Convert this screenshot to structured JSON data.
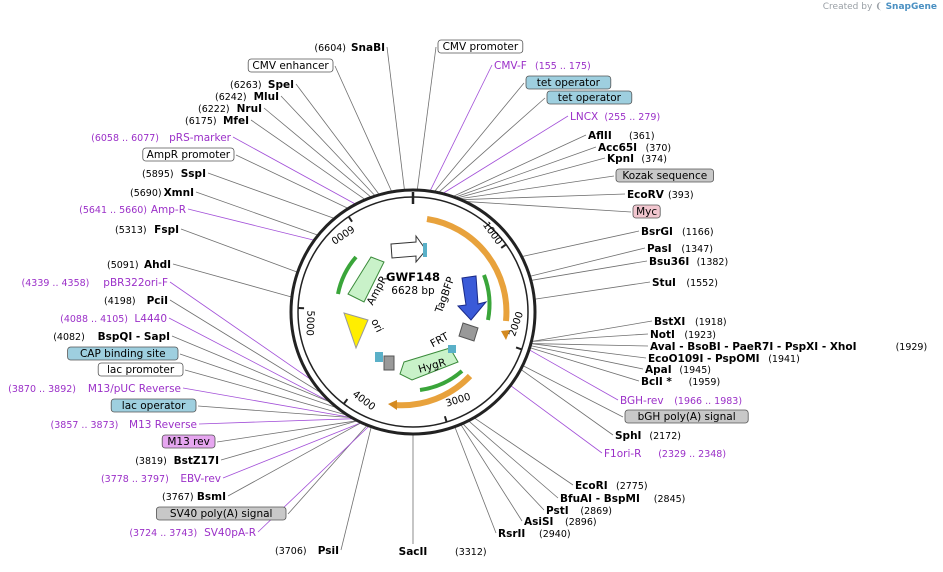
{
  "credit": {
    "prefix": "Created by",
    "brand": "SnapGene"
  },
  "plasmid": {
    "name": "GWF148",
    "size": "6628 bp"
  },
  "ticks": [
    "1000",
    "2000",
    "3000",
    "4000",
    "5000",
    "6000"
  ],
  "inner_features": [
    "TagBFP",
    "AmpR",
    "ori",
    "FRT",
    "HygR"
  ],
  "labels": [
    {
      "id": "snabi",
      "kind": "enzyme",
      "text": "SnaBI",
      "pos": "(6604)"
    },
    {
      "id": "cmv-promoter",
      "kind": "feature",
      "text": "CMV promoter",
      "fill": "#ffffff"
    },
    {
      "id": "cmv-enhancer",
      "kind": "feature",
      "text": "CMV enhancer",
      "fill": "#ffffff"
    },
    {
      "id": "cmv-f",
      "kind": "primer",
      "text": "CMV-F",
      "pos": "(155 .. 175)"
    },
    {
      "id": "spei",
      "kind": "enzyme",
      "text": "SpeI",
      "pos": "(6263)"
    },
    {
      "id": "tet-operator-1",
      "kind": "feature",
      "text": "tet operator",
      "fill": "#9ecfdf"
    },
    {
      "id": "mlui",
      "kind": "enzyme",
      "text": "MluI",
      "pos": "(6242)"
    },
    {
      "id": "tet-operator-2",
      "kind": "feature",
      "text": "tet operator",
      "fill": "#9ecfdf"
    },
    {
      "id": "nrui",
      "kind": "enzyme",
      "text": "NruI",
      "pos": "(6222)"
    },
    {
      "id": "mfei",
      "kind": "enzyme",
      "text": "MfeI",
      "pos": "(6175)"
    },
    {
      "id": "lncx",
      "kind": "primer",
      "text": "LNCX",
      "pos": "(255 .. 279)"
    },
    {
      "id": "aflii",
      "kind": "enzyme",
      "text": "AflII",
      "pos": "(361)"
    },
    {
      "id": "prs-marker",
      "kind": "primer",
      "text": "pRS-marker",
      "pos": "(6058 .. 6077)"
    },
    {
      "id": "acc65i",
      "kind": "enzyme",
      "text": "Acc65I",
      "pos": "(370)"
    },
    {
      "id": "ampr-promoter",
      "kind": "feature",
      "text": "AmpR promoter",
      "fill": "#ffffff"
    },
    {
      "id": "kpni",
      "kind": "enzyme",
      "text": "KpnI",
      "pos": "(374)"
    },
    {
      "id": "sspi",
      "kind": "enzyme",
      "text": "SspI",
      "pos": "(5895)"
    },
    {
      "id": "kozak",
      "kind": "feature",
      "text": "Kozak sequence",
      "fill": "#c8c8c8"
    },
    {
      "id": "xmni",
      "kind": "enzyme",
      "text": "XmnI",
      "pos": "(5690)"
    },
    {
      "id": "ecorv",
      "kind": "enzyme",
      "text": "EcoRV",
      "pos": "(393)"
    },
    {
      "id": "amp-r",
      "kind": "primer",
      "text": "Amp-R",
      "pos": "(5641 .. 5660)"
    },
    {
      "id": "myc",
      "kind": "feature",
      "text": "Myc",
      "fill": "#f2c6cf"
    },
    {
      "id": "fspi",
      "kind": "enzyme",
      "text": "FspI",
      "pos": "(5313)"
    },
    {
      "id": "bsrgi",
      "kind": "enzyme",
      "text": "BsrGI",
      "pos": "(1166)"
    },
    {
      "id": "pasi",
      "kind": "enzyme",
      "text": "PasI",
      "pos": "(1347)"
    },
    {
      "id": "ahdi",
      "kind": "enzyme",
      "text": "AhdI",
      "pos": "(5091)"
    },
    {
      "id": "bsu36i",
      "kind": "enzyme",
      "text": "Bsu36I",
      "pos": "(1382)"
    },
    {
      "id": "pbr322ori-f",
      "kind": "primer",
      "text": "pBR322ori-F",
      "pos": "(4339 .. 4358)"
    },
    {
      "id": "stui",
      "kind": "enzyme",
      "text": "StuI",
      "pos": "(1552)"
    },
    {
      "id": "pcii",
      "kind": "enzyme",
      "text": "PciI",
      "pos": "(4198)"
    },
    {
      "id": "l4440",
      "kind": "primer",
      "text": "L4440",
      "pos": "(4088 .. 4105)"
    },
    {
      "id": "bstxi",
      "kind": "enzyme",
      "text": "BstXI",
      "pos": "(1918)"
    },
    {
      "id": "bspqi-sapi",
      "kind": "enzyme",
      "text": "BspQI - SapI",
      "pos": "(4082)"
    },
    {
      "id": "noti",
      "kind": "enzyme",
      "text": "NotI",
      "pos": "(1923)"
    },
    {
      "id": "cap-binding-site",
      "kind": "feature",
      "text": "CAP binding site",
      "fill": "#9ecfdf"
    },
    {
      "id": "avai-group",
      "kind": "enzyme",
      "text": "AvaI - BsoBI - PaeR7I - PspXI - XhoI",
      "pos": "(1929)"
    },
    {
      "id": "ecoo109i",
      "kind": "enzyme",
      "text": "EcoO109I - PspOMI",
      "pos": "(1941)"
    },
    {
      "id": "lac-promoter",
      "kind": "feature",
      "text": "lac promoter",
      "fill": "#ffffff"
    },
    {
      "id": "apai",
      "kind": "enzyme",
      "text": "ApaI",
      "pos": "(1945)"
    },
    {
      "id": "bcli",
      "kind": "enzyme",
      "text": "BclI *",
      "pos": "(1959)"
    },
    {
      "id": "m13-puc-reverse",
      "kind": "primer",
      "text": "M13/pUC Reverse",
      "pos": "(3870 .. 3892)"
    },
    {
      "id": "bgh-rev",
      "kind": "primer",
      "text": "BGH-rev",
      "pos": "(1966 .. 1983)"
    },
    {
      "id": "lac-operator",
      "kind": "feature",
      "text": "lac operator",
      "fill": "#9ecfdf"
    },
    {
      "id": "bgh-polya",
      "kind": "feature",
      "text": "bGH poly(A) signal",
      "fill": "#c8c8c8"
    },
    {
      "id": "m13-reverse",
      "kind": "primer",
      "text": "M13 Reverse",
      "pos": "(3857 .. 3873)"
    },
    {
      "id": "sphi",
      "kind": "enzyme",
      "text": "SphI",
      "pos": "(2172)"
    },
    {
      "id": "m13-rev",
      "kind": "feature",
      "text": "M13 rev",
      "fill": "#e6a6f0"
    },
    {
      "id": "f1ori-r",
      "kind": "primer",
      "text": "F1ori-R",
      "pos": "(2329 .. 2348)"
    },
    {
      "id": "bstz17i",
      "kind": "enzyme",
      "text": "BstZ17I",
      "pos": "(3819)"
    },
    {
      "id": "ebv-rev",
      "kind": "primer",
      "text": "EBV-rev",
      "pos": "(3778 .. 3797)"
    },
    {
      "id": "ecori",
      "kind": "enzyme",
      "text": "EcoRI",
      "pos": "(2775)"
    },
    {
      "id": "bsmi",
      "kind": "enzyme",
      "text": "BsmI",
      "pos": "(3767)"
    },
    {
      "id": "bfuai",
      "kind": "enzyme",
      "text": "BfuAI - BspMI",
      "pos": "(2845)"
    },
    {
      "id": "psti",
      "kind": "enzyme",
      "text": "PstI",
      "pos": "(2869)"
    },
    {
      "id": "sv40-polya",
      "kind": "feature",
      "text": "SV40 poly(A) signal",
      "fill": "#c8c8c8"
    },
    {
      "id": "asisi",
      "kind": "enzyme",
      "text": "AsiSI",
      "pos": "(2896)"
    },
    {
      "id": "sv40pa-r",
      "kind": "primer",
      "text": "SV40pA-R",
      "pos": "(3724 .. 3743)"
    },
    {
      "id": "rsrii",
      "kind": "enzyme",
      "text": "RsrII",
      "pos": "(2940)"
    },
    {
      "id": "psii",
      "kind": "enzyme",
      "text": "PsiI",
      "pos": "(3706)"
    },
    {
      "id": "sacii",
      "kind": "enzyme",
      "text": "SacII",
      "pos": "(3312)"
    }
  ]
}
